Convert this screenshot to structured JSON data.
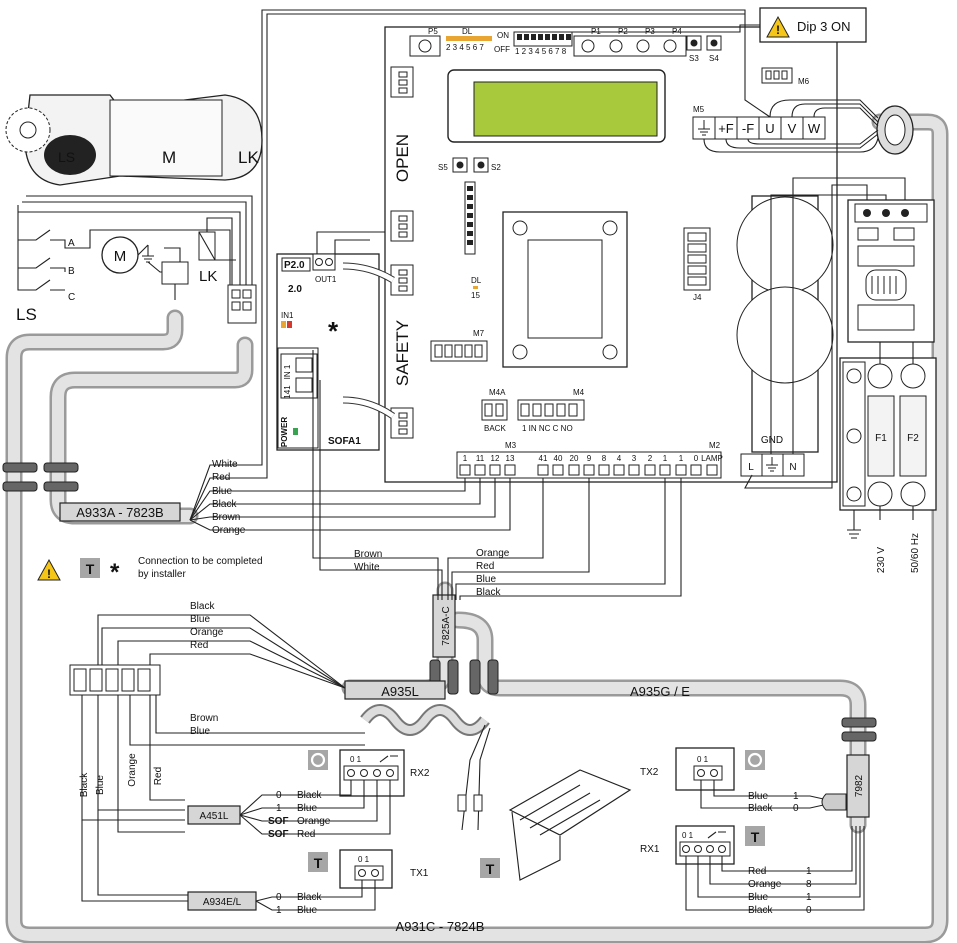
{
  "header": {
    "dip_note": "Dip 3 ON"
  },
  "board": {
    "p5": "P5",
    "dl": "DL",
    "dl_nums": "2 3 4 5 6 7",
    "on": "ON",
    "off": "OFF",
    "dip_nums": "1 2 3 4 5 6 7 8",
    "p1": "P1",
    "p2": "P2",
    "p3": "P3",
    "p4": "P4",
    "s3": "S3",
    "s4": "S4",
    "m6": "M6",
    "m5": "M5",
    "m5_terms": [
      "+F",
      "-F",
      "U",
      "V",
      "W"
    ],
    "open": "OPEN",
    "safety": "SAFETY",
    "s5": "S5",
    "s2": "S2",
    "dl15_a": "DL",
    "dl15_b": "15",
    "m7": "M7",
    "j4": "J4",
    "m4a": "M4A",
    "back": "BACK",
    "m4": "M4",
    "m4_terms": "1  IN  NC  C  NO",
    "m3": "M3",
    "m2": "M2",
    "m3_terms": [
      "1",
      "11",
      "12",
      "13",
      "41",
      "40",
      "20",
      "9",
      "8",
      "4",
      "3",
      "2",
      "1",
      "1",
      "0"
    ],
    "lamp": "LAMP",
    "gnd": "GND",
    "l": "L",
    "n": "N",
    "f1": "F1",
    "f2": "F2",
    "v230": "230 V",
    "hz": "50/60 Hz"
  },
  "sofa": {
    "p20": "P2.0",
    "v20": "2.0",
    "out1": "OUT1",
    "in1": "IN1",
    "in1v": "IN 1",
    "v141": "141",
    "power": "POWER",
    "sofa1": "SOFA1"
  },
  "motor": {
    "ls": "LS",
    "m": "M",
    "lk": "LK"
  },
  "switches": {
    "a": "A",
    "b": "B",
    "c": "C",
    "m": "M",
    "lk": "LK",
    "ls": "LS"
  },
  "cables": {
    "a933a": "A933A - 7823B",
    "a933a_wires": [
      "White",
      "Red",
      "Blue",
      "Black",
      "Brown",
      "Orange"
    ],
    "brown": "Brown",
    "white": "White",
    "c7825_wires": [
      "Orange",
      "Red",
      "Blue",
      "Black"
    ],
    "c7825": "7825A-C",
    "a935l": "A935L",
    "a935g": "A935G / E",
    "a935l_wires": [
      "Black",
      "Blue",
      "Orange",
      "Red"
    ],
    "a935l_wires2": [
      "Brown",
      "Blue"
    ],
    "a931c": "A931C - 7824B",
    "c7982": "7982"
  },
  "note": {
    "line1": "Connection to be completed",
    "line2": "by installer",
    "t": "T",
    "star": "*"
  },
  "rx2": {
    "label": "RX2",
    "terms": "0 1",
    "cable": "A451L",
    "rows": [
      {
        "num": "0",
        "color": "Black"
      },
      {
        "num": "1",
        "color": "Blue"
      },
      {
        "num": "SOF",
        "color": "Orange"
      },
      {
        "num": "SOF",
        "color": "Red"
      }
    ],
    "vert": [
      "Black",
      "Blue",
      "Orange",
      "Red"
    ]
  },
  "tx1": {
    "label": "TX1",
    "terms": "0 1",
    "cable": "A934E/L",
    "rows": [
      {
        "num": "0",
        "color": "Black"
      },
      {
        "num": "1",
        "color": "Blue"
      }
    ]
  },
  "tx2": {
    "label": "TX2",
    "terms": "0 1",
    "rows": [
      {
        "color": "Blue",
        "num": "1"
      },
      {
        "color": "Black",
        "num": "0"
      }
    ]
  },
  "rx1": {
    "label": "RX1",
    "terms": "0 1",
    "rows": [
      {
        "color": "Red",
        "num": "1"
      },
      {
        "color": "Orange",
        "num": "8"
      },
      {
        "color": "Blue",
        "num": "1"
      },
      {
        "color": "Black",
        "num": "0"
      }
    ]
  }
}
